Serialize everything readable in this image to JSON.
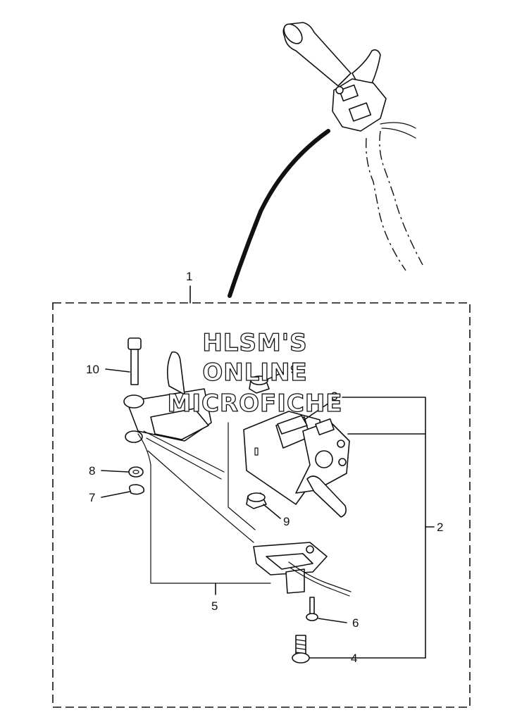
{
  "watermark": {
    "line1": "HLSM'S",
    "line2": "ONLINE",
    "line3": "MICROFICHE"
  },
  "callouts": {
    "c1": "1",
    "c2": "2",
    "c3": "3",
    "c4": "4",
    "c5": "5",
    "c6": "6",
    "c7": "7",
    "c8": "8",
    "c9a": "9",
    "c9b": "9",
    "c10": "10"
  }
}
